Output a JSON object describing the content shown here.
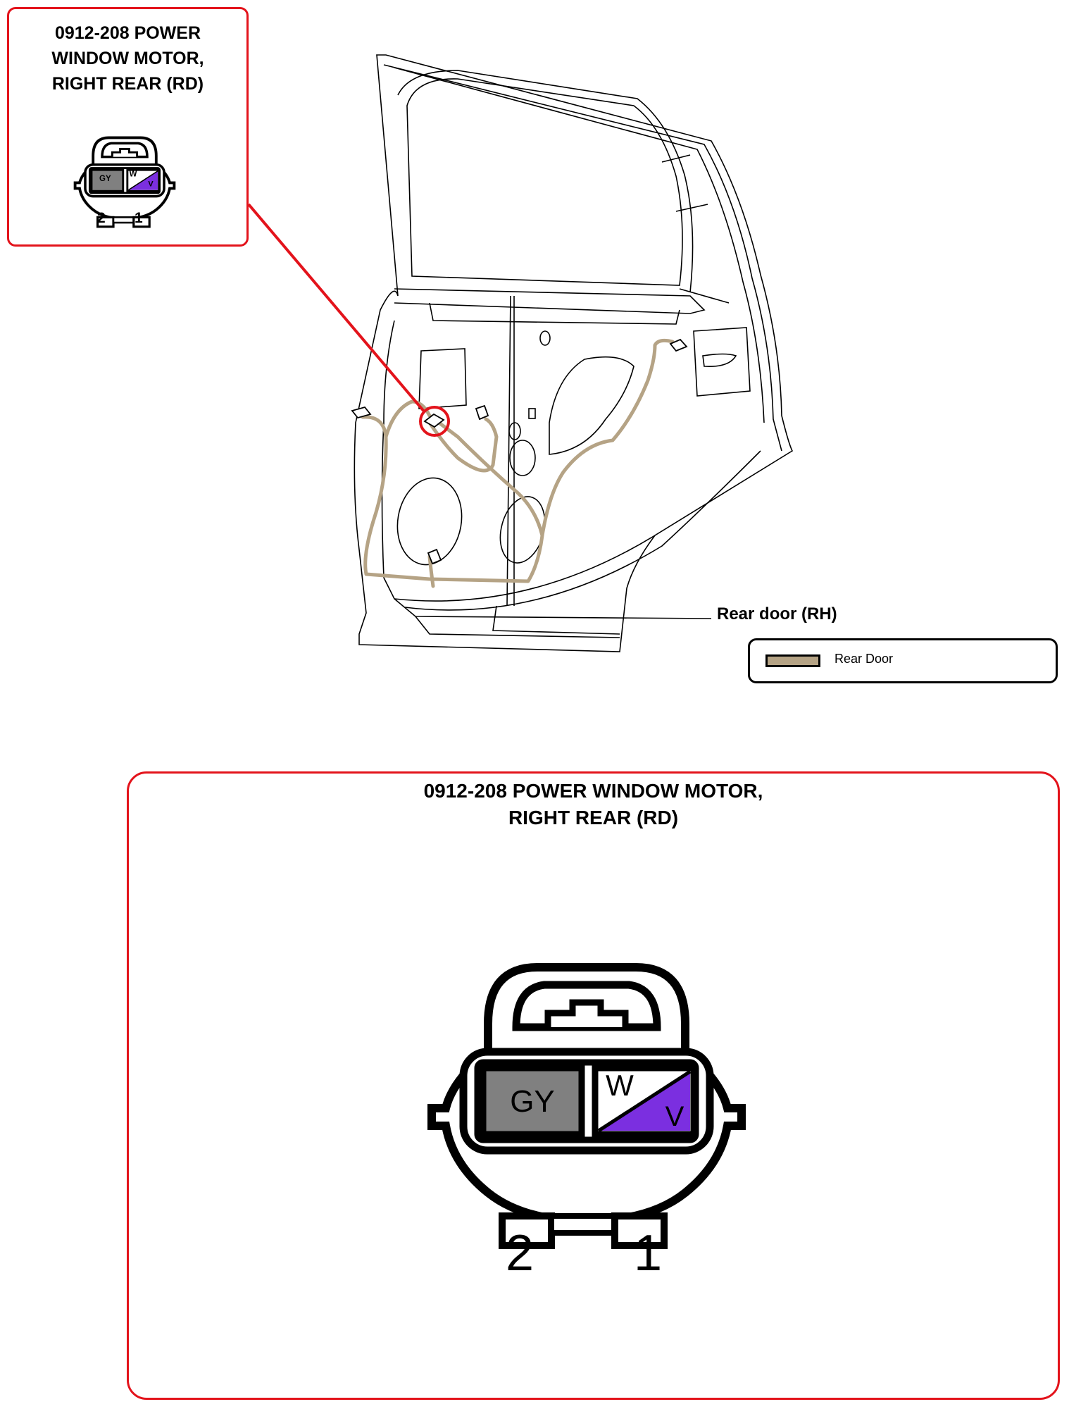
{
  "callout": {
    "title_line1": "0912-208 POWER",
    "title_line2": "WINDOW MOTOR,",
    "title_line3": "RIGHT REAR (RD)",
    "pin_left": "2",
    "pin_right": "1"
  },
  "connector": {
    "cavity_left_wire": "GY",
    "cavity_right_wire_top": "W",
    "cavity_right_wire_bottom": "V",
    "colors": {
      "gray": "#808080",
      "violet": "#7b2fe0",
      "white": "#ffffff",
      "outline": "#000000"
    }
  },
  "legend": {
    "title": "Rear door (RH)",
    "item_label": "Rear Door",
    "item_color": "#b5a385"
  },
  "detail": {
    "title_line1": "0912-208 POWER WINDOW MOTOR,",
    "title_line2": "RIGHT REAR (RD)",
    "pin_left": "2",
    "pin_right": "1"
  },
  "highlight_color": "#e3131b"
}
